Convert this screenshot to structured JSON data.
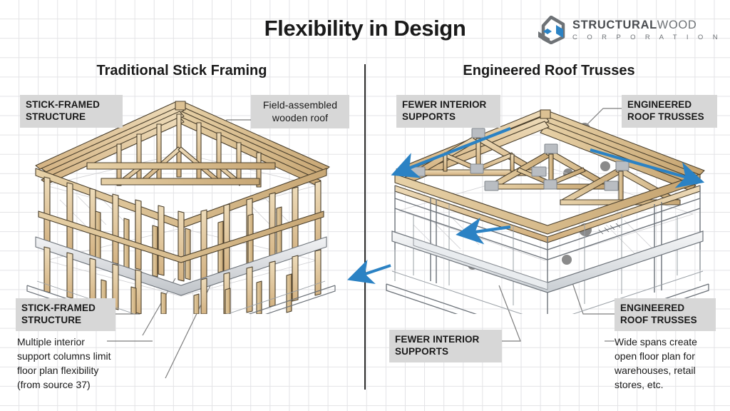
{
  "header": {
    "title": "Flexibility in Design",
    "logo": {
      "icon": "structural-wood-cube-logo",
      "name_bold": "STRUCTURAL",
      "name_light": "WOOD",
      "subtitle": "C O R P O R A T I O N"
    }
  },
  "columns": {
    "left": {
      "heading": "Traditional Stick Framing",
      "chips": [
        {
          "name": "stick-framed-structure-top",
          "text": "STICK-FRAMED\nSTRUCTURE"
        },
        {
          "name": "field-assembled-roof",
          "text": "Field-assembled\nwooden roof"
        },
        {
          "name": "stick-framed-structure-bottom",
          "text": "STICK-FRAMED\nSTRUCTURE"
        }
      ],
      "note": "Multiple interior\nsupport columns limit\nfloor plan flexibility\n(from source 37)"
    },
    "right": {
      "heading": "Engineered Roof Trusses",
      "chips": [
        {
          "name": "fewer-interior-supports-top",
          "text": "FEWER INTERIOR\nSUPPORTS"
        },
        {
          "name": "engineered-roof-trusses-top",
          "text": "ENGINEERED\nROOF TRUSSES"
        },
        {
          "name": "fewer-interior-supports-bottom",
          "text": "FEWER INTERIOR\nSUPPORTS"
        },
        {
          "name": "engineered-roof-trusses-bottom",
          "text": "ENGINEERED\nROOF TRUSSES"
        }
      ],
      "note": "Wide spans create\nopen floor plan for\nwarehouses, retail\nstores, etc."
    }
  },
  "illustrations": {
    "left": {
      "name": "stick-framed-building-diagram",
      "alt": "Isometric cutaway of a two-story stick-framed wooden building with many interior support columns"
    },
    "right": {
      "name": "engineered-truss-building-diagram",
      "alt": "Isometric cutaway of a building with engineered wood roof trusses and an open column-free floor plan"
    }
  },
  "colors": {
    "accent_blue": "#2b82c4",
    "wood_light": "#e8d3ad",
    "wood_mid": "#d7b987",
    "wood_dark": "#b79360",
    "outline": "#3a3226",
    "chip_bg": "#d7d7d7",
    "grid_line": "#e3e3e6",
    "text": "#1a1a1a",
    "logo_gray": "#6e7276",
    "logo_blue": "#2b82c4",
    "metal_gray": "#b9bdc2",
    "concrete": "#e7e9ec"
  }
}
